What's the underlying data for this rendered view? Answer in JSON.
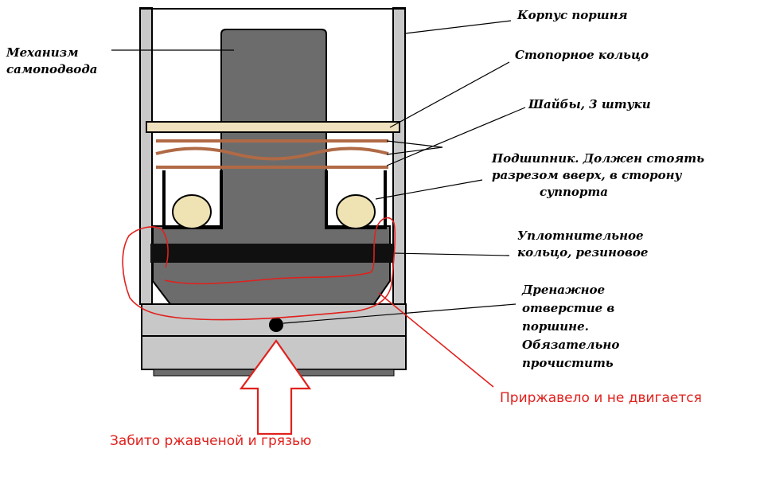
{
  "labels": {
    "self_feed_line1": "Механизм",
    "self_feed_line2": "самоподвода",
    "piston_body": "Корпус поршня",
    "retaining_ring": "Стопорное кольцо",
    "washers": "Шайбы, 3 штуки",
    "bearing_line1": "Подшипник. Должен стоять",
    "bearing_line2": "разрезом вверх, в сторону",
    "bearing_line3": "суппорта",
    "seal_line1": "Уплотнительное",
    "seal_line2": "кольцо, резиновое",
    "drain_line1": "Дренажное",
    "drain_line2": "отверстие в",
    "drain_line3": "поршине.",
    "drain_line4": "Обязательно",
    "drain_line5": "прочистить"
  },
  "annotations": {
    "rusted": "Приржавело и не двигается",
    "clogged": "Забито ржавченой и грязью"
  },
  "colors": {
    "annotation_red": "#e0211d",
    "housing_gray": "#c8c8c8",
    "mechanism_gray": "#6c6c6c",
    "seal_black": "#101010",
    "washer_brown": "#b06a45",
    "ring_cream": "#efe1bd",
    "bearing_cream": "#efe3b4"
  }
}
